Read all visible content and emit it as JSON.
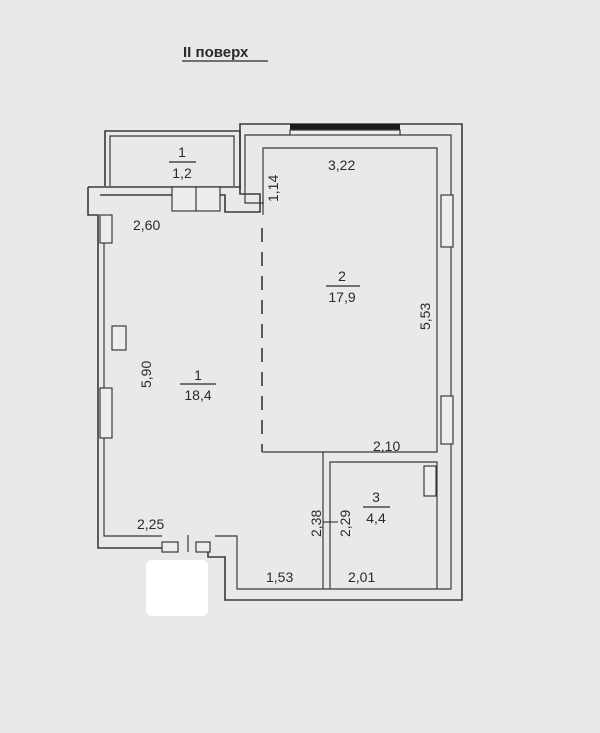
{
  "floor_title": "ІІ поверх",
  "rooms": [
    {
      "number": "1",
      "area": "1,2"
    },
    {
      "number": "2",
      "area": "17,9"
    },
    {
      "number": "1",
      "area": "18,4"
    },
    {
      "number": "3",
      "area": "4,4"
    }
  ],
  "dimensions": {
    "d_1_14": "1,14",
    "d_3_22": "3,22",
    "d_2_60": "2,60",
    "d_5_53": "5,53",
    "d_5_90": "5,90",
    "d_2_10": "2,10",
    "d_2_38": "2,38",
    "d_2_29": "2,29",
    "d_2_25": "2,25",
    "d_1_53": "1,53",
    "d_2_01": "2,01"
  }
}
